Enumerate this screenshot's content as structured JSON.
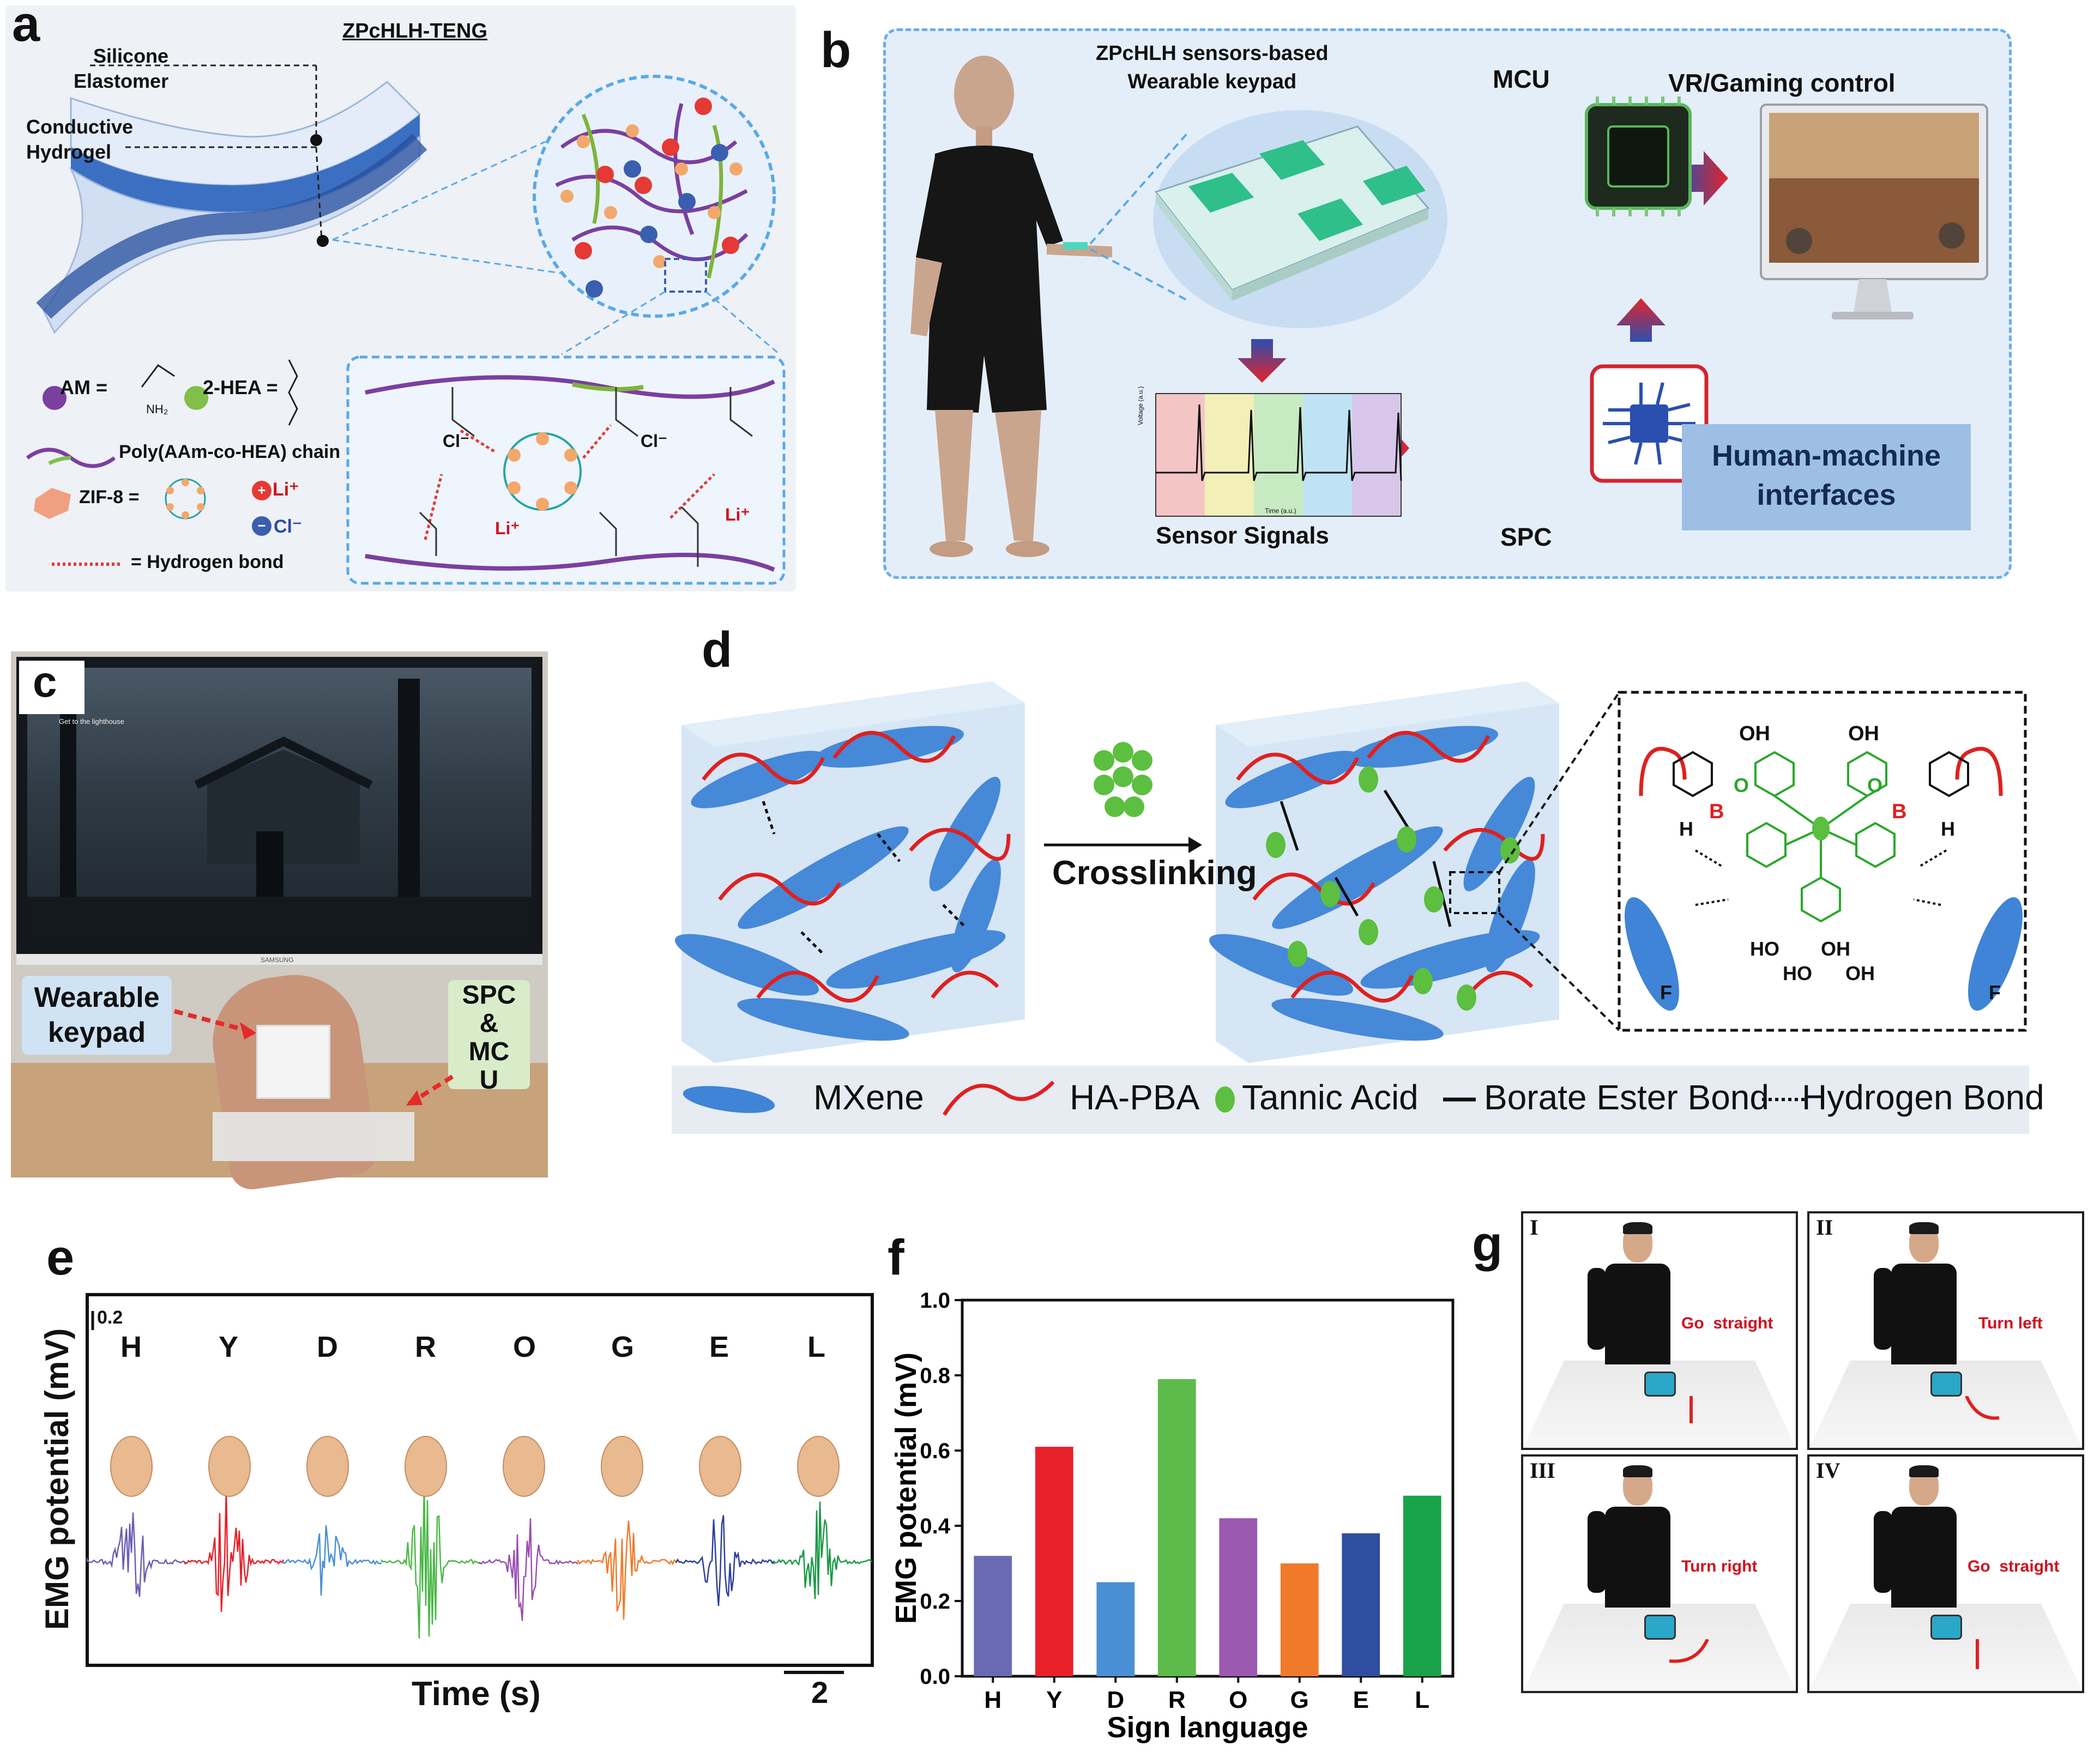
{
  "panel_labels": {
    "a": "a",
    "b": "b",
    "c": "c",
    "d": "d",
    "e": "e",
    "f": "f",
    "g": "g"
  },
  "panel_a": {
    "title": "ZPcHLH-TENG",
    "silicone": [
      "Silicone",
      "Elastomer"
    ],
    "hydrogel": [
      "Conductive",
      "Hydrogel"
    ],
    "am": "AM =",
    "hea": "2-HEA =",
    "nh2": "NH₂",
    "chain": "Poly(AAm-co-HEA) chain",
    "zif": "ZIF-8 =",
    "li": "Li⁺",
    "cl": "Cl⁻",
    "hbond": "= Hydrogen bond",
    "ions": {
      "cl": "Cl⁻",
      "li": "Li⁺"
    }
  },
  "panel_b": {
    "keypad_title": [
      "ZPcHLH sensors-based",
      "Wearable keypad"
    ],
    "mcu": "MCU",
    "vr": "VR/Gaming control",
    "sensor_signals": "Sensor Signals",
    "spc": "SPC",
    "hmi": [
      "Human-machine",
      "interfaces"
    ],
    "volt_axis": "Voltage (a.u.)",
    "time_axis": "Time (a.u.)"
  },
  "panel_c": {
    "game_text": "Get to the lighthouse",
    "keypad": [
      "Wearable",
      "keypad"
    ],
    "spc": [
      "SPC",
      "&",
      "MC",
      "U"
    ],
    "monitor_brand": "SAMSUNG"
  },
  "panel_d": {
    "crosslinking": "Crosslinking",
    "legend": [
      "MXene",
      "HA-PBA",
      "Tannic Acid",
      "Borate Ester Bond",
      "Hydrogen Bond"
    ],
    "chem": {
      "oh": "OH",
      "ho": "HO",
      "h": "H",
      "o": "O",
      "b": "B",
      "f": "F"
    }
  },
  "panel_e": {
    "ylabel": "EMG potential (mV)",
    "xlabel": "Time (s)",
    "scale_y": "0.2",
    "scale_x": "2",
    "letters": [
      "H",
      "Y",
      "D",
      "R",
      "O",
      "G",
      "E",
      "L"
    ],
    "colors": [
      "#6a5fb5",
      "#e8202a",
      "#4a90d9",
      "#4cb848",
      "#9b4fb0",
      "#f07a2a",
      "#2c3e9c",
      "#1a9a46"
    ]
  },
  "chart_data": {
    "type": "bar",
    "categories": [
      "H",
      "Y",
      "D",
      "R",
      "O",
      "G",
      "E",
      "L"
    ],
    "values": [
      0.32,
      0.61,
      0.25,
      0.79,
      0.42,
      0.3,
      0.38,
      0.48
    ],
    "colors": [
      "#6a6ab4",
      "#e8202a",
      "#4a8fd4",
      "#5cbb4a",
      "#9b59b0",
      "#f07a2a",
      "#2f4ea0",
      "#1aa34a"
    ],
    "xlabel": "Sign language",
    "ylabel": "EMG potential (mV)",
    "ylim": [
      0.0,
      1.0
    ],
    "yticks": [
      "0.0",
      "0.2",
      "0.4",
      "0.6",
      "0.8",
      "1.0"
    ]
  },
  "panel_g": {
    "cells": [
      {
        "roman": "I",
        "cmd": "Go  straight"
      },
      {
        "roman": "II",
        "cmd": "Turn left"
      },
      {
        "roman": "III",
        "cmd": "Turn right"
      },
      {
        "roman": "IV",
        "cmd": "Go  straight"
      }
    ]
  }
}
